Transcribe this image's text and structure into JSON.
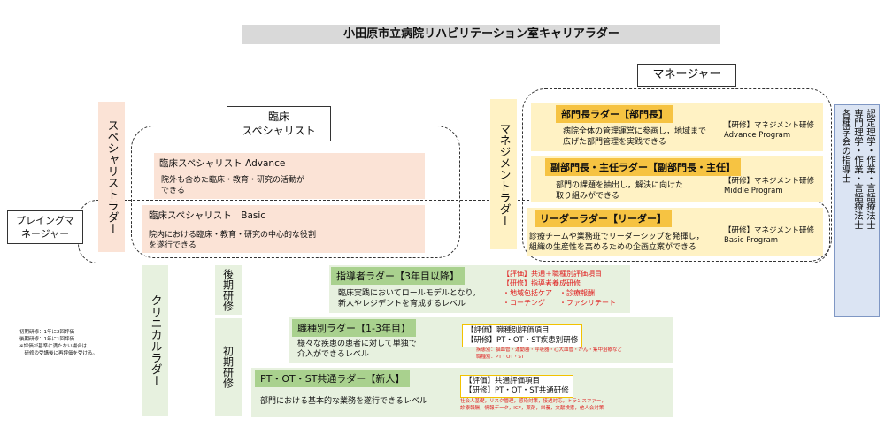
{
  "title": "小田原市立病院リハビリテーション室キャリアラダー",
  "manager_label": "マネージャー",
  "clinical_specialist_label": "臨床\nスペシャリスト",
  "playing_manager_label": "プレイングマ\nネージャー",
  "specialist_ladder_label": "スペシャリストラダー",
  "management_ladder_label": "マネジメントラダー",
  "clinical_ladder_label": "クリニカルラダー",
  "late_training_label": "後期研修",
  "early_training_label": "初期研修",
  "specialist_advance": {
    "title": "臨床スペシャリスト Advance",
    "desc": "院外も含めた臨床・教育・研究の活動が\nできる"
  },
  "specialist_basic": {
    "title": "臨床スペシャリスト　Basic",
    "desc": "院内における臨床・教育・研究の中心的な役割\nを遂行できる"
  },
  "dept_head": {
    "title": "部門長ラダー【部門長】",
    "desc": "病院全体の管理運営に参画し，地域まで\n広げた部門管理を実践できる",
    "training": "【研修】マネジメント研修\nAdvance Program"
  },
  "deputy_head": {
    "title": "副部門長・主任ラダー【副部門長・主任】",
    "desc": "部門の課題を抽出し，解決に向けた\n取り組みができる",
    "training": "【研修】マネジメント研修\nMiddle Program"
  },
  "leader": {
    "title": "リーダーラダー【リーダー】",
    "desc": "診療チームや業務班でリーダーシップを発揮し，\n組織の生産性を高めるための企画立案ができる",
    "training": "【研修】マネジメント研修\nBasic Program"
  },
  "side_panel": "認定理学・作業・言語療法士\n専門理学・作業・言語療法士\n各種学会の指導士",
  "instructor": {
    "title": "指導者ラダー【3年目以降】",
    "desc": "臨床実践においてロールモデルとなり，\n新人やレジデントを育成するレベル",
    "red_text": "【評価】共通＋職種別評価項目\n【研修】指導者養成研修\n・地域包括ケア　・診療報酬\n・コーチング　　・ファシリテート"
  },
  "occupation": {
    "title": "職種別ラダー【1-3年目】",
    "desc": "様々な疾患の患者に対して単独で\n介入ができるレベル",
    "eval": "【評価】職種別評価項目",
    "training": "【研修】PT・OT・ST疾患別研修",
    "small": "疾患別：脳血管・運動器・呼吸器・心大血管・がん・集中治療など\n職種別：PT・OT・ST"
  },
  "common": {
    "title": "PT・OT・ST共通ラダー【新人】",
    "desc": "部門における基本的な業務を遂行できるレベル",
    "eval": "【評価】共通評価項目",
    "training": "【研修】PT・OT・ST共通研修",
    "small": "社会人基礎，リスク管理，感染対策，接遇対応，トランスファー，\n診療報酬，情報データ，ICF，薬剤，栄養，文献検索，他人会対策"
  },
  "note": "初期研修：1年に2回評価\n後期研修：1年に1回評価\n※評価が基準に満たない場合は，\n　研修の受講後に再評価を受ける。"
}
